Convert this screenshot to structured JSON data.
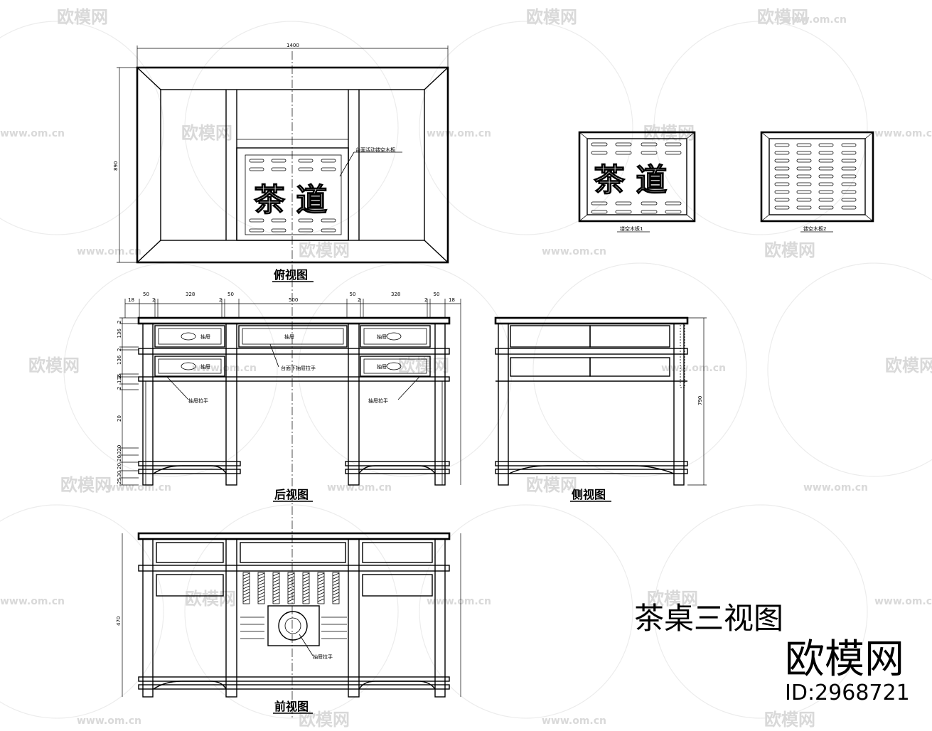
{
  "watermark": {
    "brand": "欧模网",
    "url": "www.om.cn"
  },
  "brand_mark": {
    "logo_text": "欧模网",
    "id_text": "ID:2968721"
  },
  "drawing_title": "茶桌三视图",
  "views": {
    "top": {
      "label": "俯视图",
      "carving_text": "茶  道"
    },
    "rear": {
      "label": "后视图"
    },
    "side": {
      "label": "侧视图"
    },
    "front": {
      "label": "前视图"
    }
  },
  "dimensions": {
    "overall_width": "1400",
    "overall_depth": "890",
    "rear_top": [
      "18",
      "50",
      "2",
      "328",
      "2",
      "50",
      "500",
      "50",
      "2",
      "328",
      "2",
      "50",
      "18"
    ],
    "rear_left": [
      "2",
      "136",
      "2",
      "136",
      "2",
      "136",
      "2",
      "20",
      "320",
      "20",
      "20",
      "30",
      "25"
    ],
    "side_height": "790",
    "front_left": "470"
  }
}
